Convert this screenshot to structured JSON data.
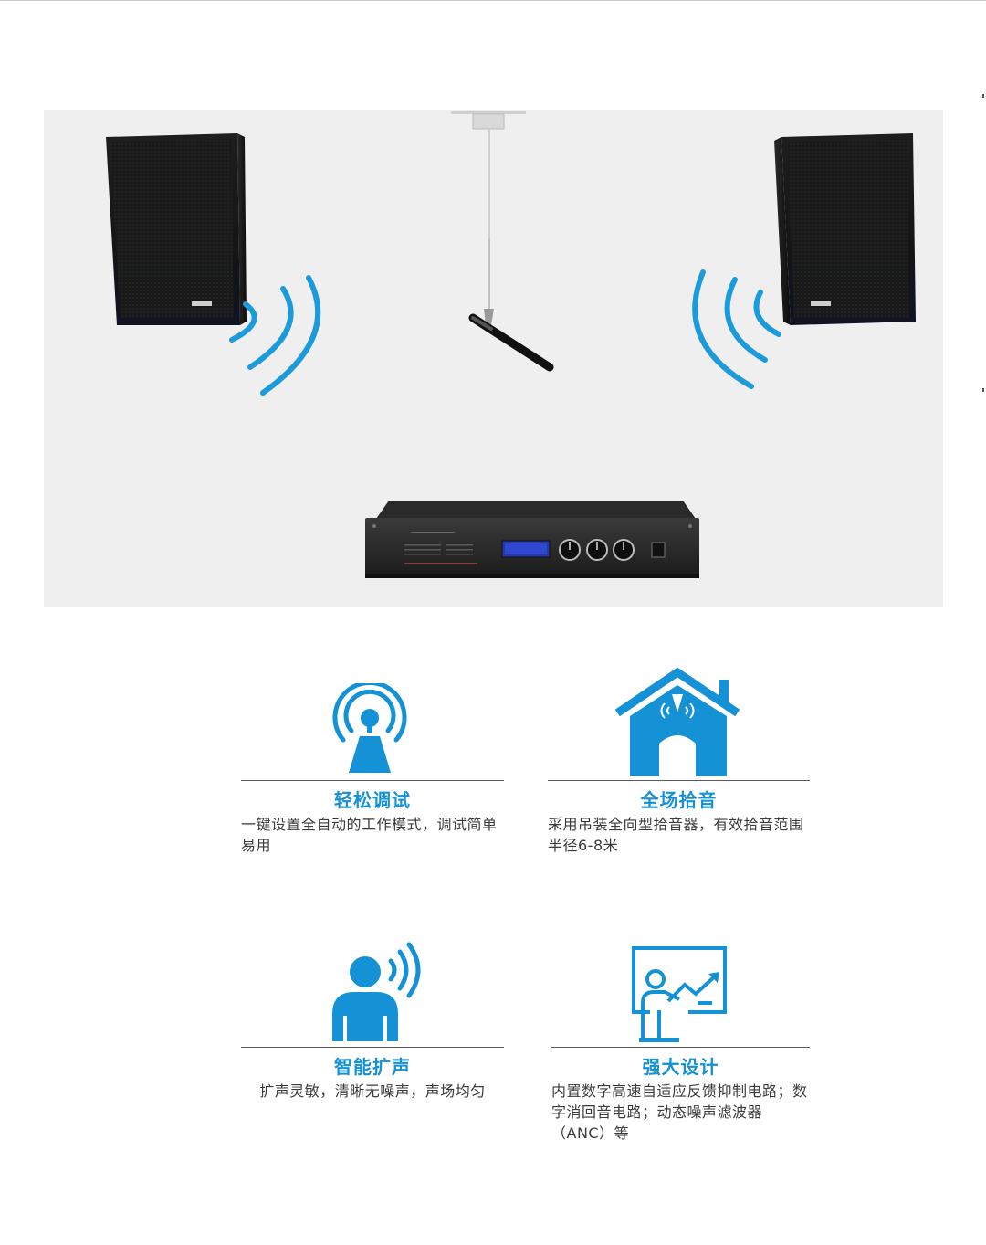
{
  "colors": {
    "accent": "#1592d6",
    "hero_bg": "#efefef",
    "text": "#3a3a3a",
    "rule": "#5a5a5a"
  },
  "hero": {
    "items": [
      "left-speaker",
      "ceiling-microphone",
      "right-speaker",
      "audio-processor-unit"
    ],
    "icons": [
      "sound-wave-icon"
    ]
  },
  "features": [
    {
      "icon": "antenna-icon",
      "title": "轻松调试",
      "desc": "一键设置全自动的工作模式，调试简单易用"
    },
    {
      "icon": "house-icon",
      "title": "全场拾音",
      "desc": "采用吊装全向型拾音器，有效拾音范围半径6-8米"
    },
    {
      "icon": "person-speaking-icon",
      "title": "智能扩声",
      "desc": "扩声灵敏，清晰无噪声，声场均匀"
    },
    {
      "icon": "presentation-board-icon",
      "title": "强大设计",
      "desc": "内置数字高速自适应反馈抑制电路；数字消回音电路；动态噪声滤波器（ANC）等"
    }
  ]
}
